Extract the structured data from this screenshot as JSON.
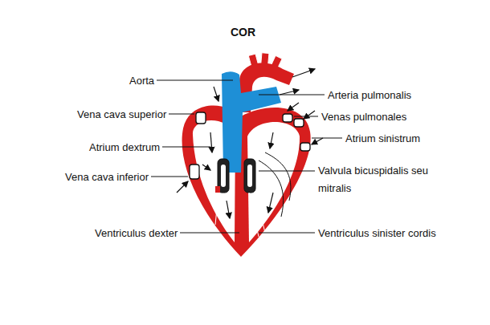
{
  "diagram": {
    "title": "COR",
    "labels": [
      "Aorta",
      "Vena cava superior",
      "Atrium dextrum",
      "Vena cava inferior",
      "Ventriculus dexter",
      "Arteria pulmonalis",
      "Venas pulmonales",
      "Atrium sinistrum",
      "Valvula bicuspidalis seu mitralis",
      "Ventriculus sinister cordis"
    ]
  }
}
